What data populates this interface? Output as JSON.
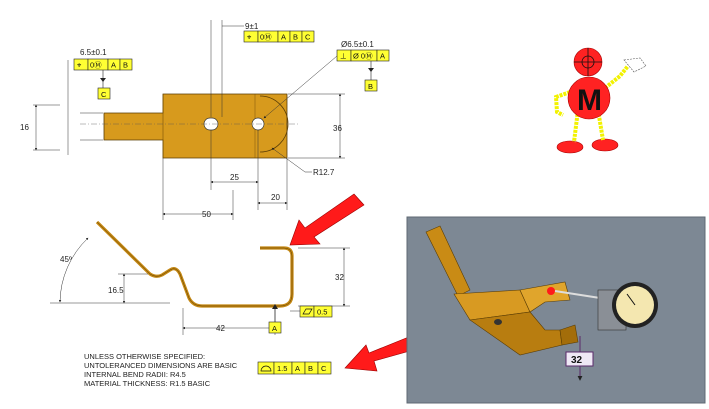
{
  "palette": {
    "part": "#d79a1d",
    "part_dark": "#9a6a0c",
    "fcf_fill": "#ffff33",
    "arrow_red": "#ff1a1a",
    "mascot_red": "#ff2222",
    "mascot_yellow": "#f2f200",
    "photo_bg": "#7d8894"
  },
  "top_view": {
    "fcf_left": {
      "tol": "6.5±0.1",
      "cells": [
        "⌖",
        "0Ⓜ",
        "A",
        "B"
      ],
      "datum": "C"
    },
    "fcf_mid": {
      "tol": "9±1",
      "cells": [
        "⌖",
        "0Ⓜ",
        "A",
        "B",
        "C"
      ]
    },
    "fcf_right": {
      "tol": "Ø6.5±0.1",
      "cells": [
        "⊥",
        "Ø 0Ⓜ",
        "A"
      ],
      "datum": "B"
    },
    "dims": {
      "d16": "16",
      "d36": "36",
      "d25": "25",
      "d20": "20",
      "d50": "50",
      "r127": "R12.7"
    }
  },
  "side_view": {
    "dims": {
      "angle": "45º",
      "d165": "16.5",
      "d32": "32",
      "d42": "42"
    },
    "flat": {
      "symbol": "⏥",
      "value": "0.5"
    },
    "datum": "A"
  },
  "profile_fcf": {
    "cells": [
      "⌓",
      "1.5",
      "A",
      "B",
      "C"
    ]
  },
  "notes": [
    "UNLESS OTHERWISE SPECIFIED:",
    "UNTOLERANCED DIMENSIONS ARE BASIC",
    "INTERNAL BEND RADII:  R4.5",
    "MATERIAL THICKNESS: R1.5 BASIC"
  ],
  "mascot": {
    "letter": "M"
  },
  "photo": {
    "gauge_value": "32"
  }
}
